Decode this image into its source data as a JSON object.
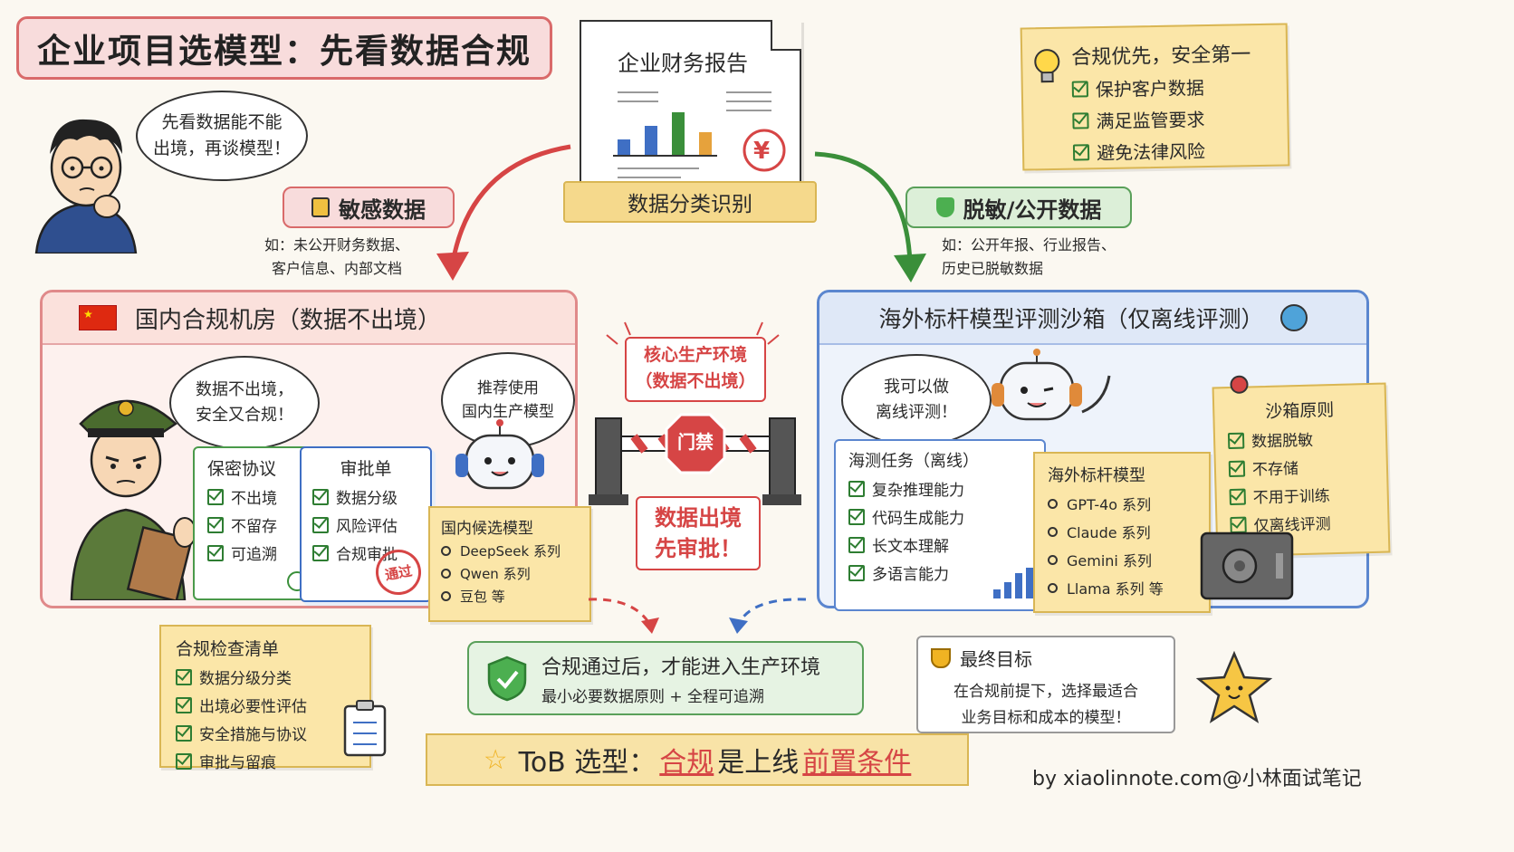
{
  "title": "企业项目选模型：先看数据合规",
  "top_bubble": {
    "line1": "先看数据能不能",
    "line2": "出境，再谈模型！"
  },
  "report": {
    "title": "企业财务报告",
    "currency": "¥"
  },
  "classify_label": "数据分类识别",
  "tip_note": {
    "title": "合规优先，安全第一",
    "items": [
      "保护客户数据",
      "满足监管要求",
      "避免法律风险"
    ]
  },
  "sensitive": {
    "label": "敏感数据",
    "desc_line1": "如：未公开财务数据、",
    "desc_line2": "客户信息、内部文档"
  },
  "public": {
    "label": "脱敏/公开数据",
    "desc_line1": "如：公开年报、行业报告、",
    "desc_line2": "历史已脱敏数据"
  },
  "domestic": {
    "title": "国内合规机房（数据不出境）",
    "guard_bubble": {
      "line1": "数据不出境，",
      "line2": "安全又合规！"
    },
    "robot_bubble": {
      "line1": "推荐使用",
      "line2": "国内生产模型"
    },
    "secrecy": {
      "title": "保密协议",
      "items": [
        "不出境",
        "不留存",
        "可追溯"
      ]
    },
    "approval": {
      "title": "审批单",
      "items": [
        "数据分级",
        "风险评估",
        "合规审批"
      ],
      "stamp": "通过"
    },
    "candidates": {
      "title": "国内候选模型",
      "items": [
        "DeepSeek 系列",
        "Qwen 系列",
        "豆包 等"
      ]
    }
  },
  "gate": {
    "sign_line1": "核心生产环境",
    "sign_line2": "（数据不出境）",
    "stop": "门禁",
    "warn_line1": "数据出境",
    "warn_line2": "先审批！"
  },
  "overseas": {
    "title": "海外标杆模型评测沙箱（仅离线评测）",
    "robot_bubble": {
      "line1": "我可以做",
      "line2": "离线评测！"
    },
    "tasks": {
      "title": "海测任务（离线）",
      "items": [
        "复杂推理能力",
        "代码生成能力",
        "长文本理解",
        "多语言能力"
      ]
    },
    "models": {
      "title": "海外标杆模型",
      "items": [
        "GPT-4o 系列",
        "Claude 系列",
        "Gemini 系列",
        "Llama 系列 等"
      ]
    },
    "principles": {
      "title": "沙箱原则",
      "items": [
        "数据脱敏",
        "不存储",
        "不用于训练",
        "仅离线评测"
      ]
    }
  },
  "checklist": {
    "title": "合规检查清单",
    "items": [
      "数据分级分类",
      "出境必要性评估",
      "安全措施与协议",
      "审批与留痕"
    ]
  },
  "pass": {
    "line1": "合规通过后，才能进入生产环境",
    "line2": "最小必要数据原则 + 全程可追溯"
  },
  "goal": {
    "title": "最终目标",
    "line1": "在合规前提下，选择最适合",
    "line2": "业务目标和成本的模型！"
  },
  "banner": {
    "prefix": "ToB 选型：",
    "mid1": "合规",
    "mid2": "是上线",
    "end": "前置条件"
  },
  "byline": "by xiaolinnote.com@小林面试笔记",
  "colors": {
    "red": "#d64545",
    "green": "#3a8f3a",
    "blue": "#3f6fc4",
    "yellow": "#fbe6a8"
  }
}
